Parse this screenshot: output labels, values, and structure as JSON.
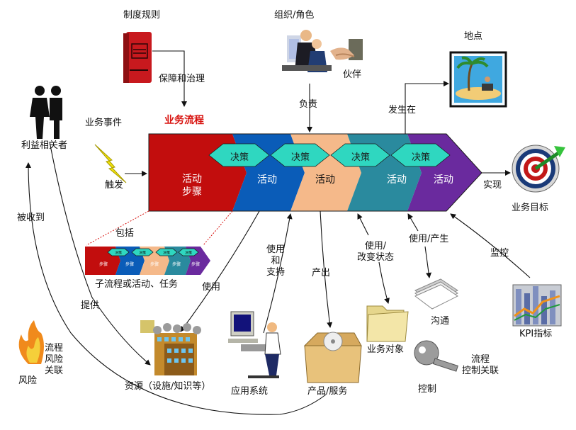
{
  "labels": {
    "rules": "制度规则",
    "guarantee": "保障和治理",
    "business_process": "业务流程",
    "org_role": "组织/角色",
    "partner": "伙伴",
    "responsible": "负责",
    "location": "地点",
    "happens_at": "发生在",
    "business_event": "业务事件",
    "stakeholder": "利益相关者",
    "trigger": "触发",
    "realize": "实现",
    "business_goal": "业务目标",
    "include": "包括",
    "subprocess": "子流程或活动、任务",
    "received_by": "被收到",
    "provide": "提供",
    "use1": "使用",
    "use_support": "使用\n和\n支持",
    "output": "产出",
    "use_change": "使用/\n改变状态",
    "use_produce": "使用/产生",
    "monitor": "监控",
    "communication": "沟通",
    "kpi": "KPI指标",
    "resources": "资源（设施/知识等）",
    "app_system": "应用系统",
    "product_service": "产品/服务",
    "business_object": "业务对象",
    "control": "控制",
    "process_control": "流程\n控制关联",
    "process_risk": "流程\n风险\n关联",
    "risk": "风险"
  },
  "process": {
    "segments": [
      "活动\n步骤",
      "活动",
      "活动",
      "活动",
      "活动"
    ],
    "decisions": [
      "决策",
      "决策",
      "决策",
      "决策"
    ],
    "mini_steps": [
      "步骤",
      "步骤",
      "步骤",
      "步骤",
      "步骤"
    ],
    "mini_decisions": [
      "决策",
      "决策",
      "决策",
      "决策"
    ]
  },
  "colors": {
    "seg1": "#c20d0d",
    "seg2": "#0a5cb8",
    "seg3": "#f5b98a",
    "seg4": "#2a8a9e",
    "seg5": "#6a2a9e",
    "decision": "#2fd7c0",
    "label_red": "#d8120e"
  }
}
